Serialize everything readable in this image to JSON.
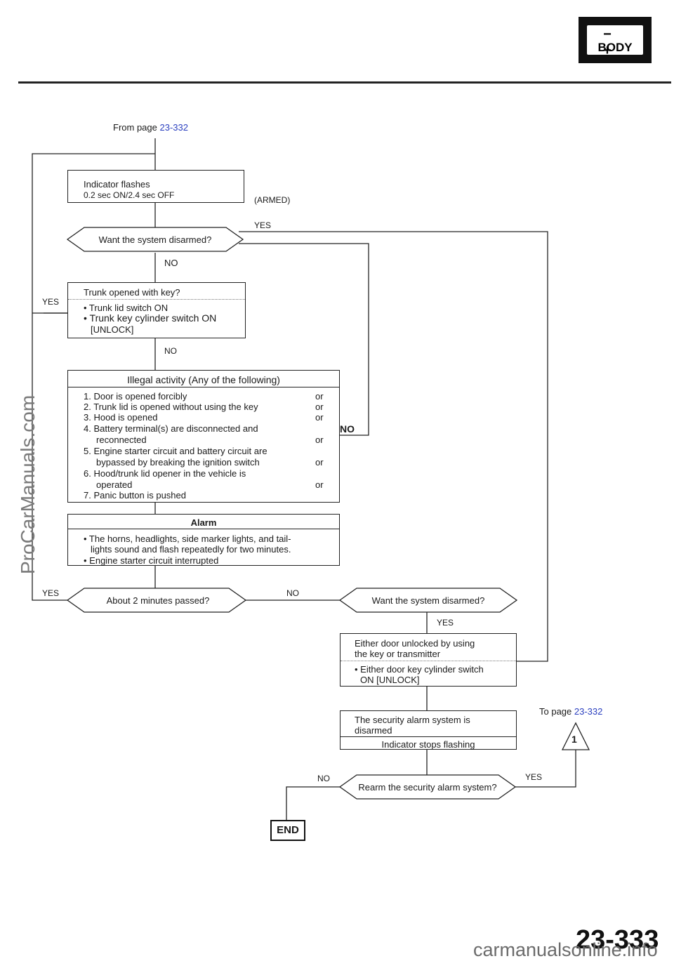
{
  "header": {
    "badge_symbols": "− +",
    "badge_label": "BODY"
  },
  "from_page": {
    "prefix": "From page ",
    "page": "23-332"
  },
  "to_page": {
    "prefix": "To page ",
    "page": "23-332",
    "connector": "1"
  },
  "indicator_box": {
    "line1": "Indicator flashes",
    "line2": "0.2 sec ON/2.4 sec OFF"
  },
  "armed_label": "(ARMED)",
  "decision1": {
    "question": "Want the system disarmed?",
    "yes": "YES",
    "no": "NO"
  },
  "trunk_box": {
    "title": "Trunk opened with key?",
    "items": [
      "• Trunk lid switch ON",
      "• Trunk key cylinder switch ON",
      "[UNLOCK]"
    ],
    "yes": "YES",
    "no": "NO"
  },
  "illegal_box": {
    "title": "Illegal activity (Any of the following)",
    "lines": [
      {
        "text": "1.  Door is opened forcibly",
        "or": "or"
      },
      {
        "text": "2.  Trunk lid is opened without using the key",
        "or": "or"
      },
      {
        "text": "3.  Hood is opened",
        "or": "or"
      },
      {
        "text": "4.  Battery terminal(s) are disconnected and",
        "or": ""
      },
      {
        "text": "     reconnected",
        "or": "or"
      },
      {
        "text": "5.  Engine starter circuit and battery circuit are",
        "or": ""
      },
      {
        "text": "     bypassed by breaking the ignition switch",
        "or": "or"
      },
      {
        "text": "6.  Hood/trunk lid opener in the vehicle is",
        "or": ""
      },
      {
        "text": "     operated",
        "or": "or"
      },
      {
        "text": "7.  Panic button is pushed",
        "or": ""
      }
    ],
    "no_label": "NO"
  },
  "alarm_box": {
    "title": "Alarm",
    "lines": [
      "• The horns, headlights, side marker lights, and tail-",
      "lights sound and flash repeatedly for two minutes.",
      "• Engine starter circuit interrupted"
    ]
  },
  "decision2": {
    "question": "About 2 minutes passed?",
    "yes": "YES",
    "no": "NO"
  },
  "decision3": {
    "question": "Want the system disarmed?",
    "yes": "YES"
  },
  "unlock_box": {
    "line1": "Either door unlocked by using",
    "line2": "the key or transmitter",
    "item1": "• Either door key cylinder switch",
    "item2": "ON [UNLOCK]"
  },
  "disarmed_box": {
    "line1": "The security alarm system is",
    "line2": "disarmed",
    "line3": "Indicator stops flashing"
  },
  "decision4": {
    "question": "Rearm the security alarm system?",
    "yes": "YES",
    "no": "NO"
  },
  "end_label": "END",
  "page_number": "23-333",
  "watermark_side": "ProCarManuals.com",
  "watermark_bottom": "carmanualsonline.info"
}
